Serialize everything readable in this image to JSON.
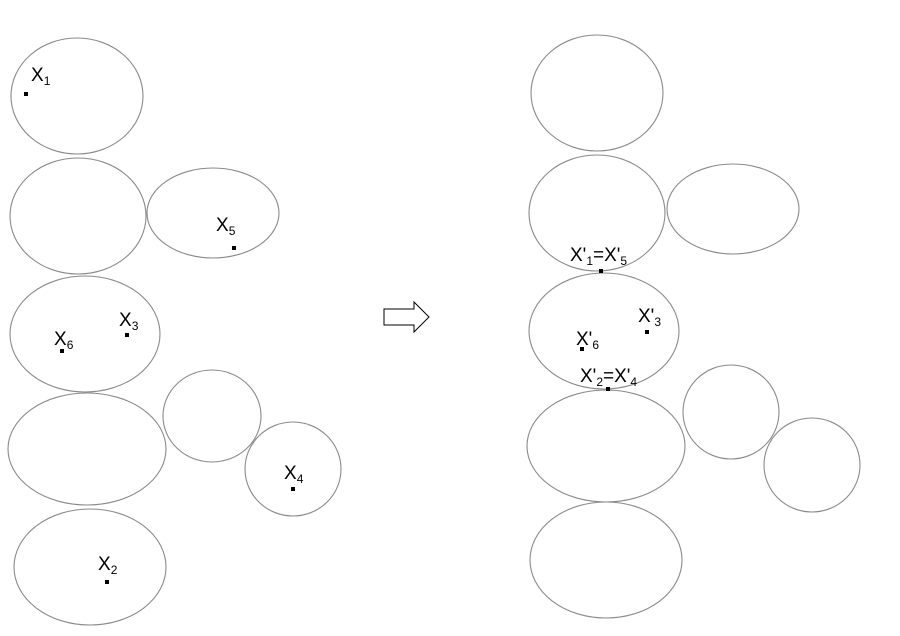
{
  "colors": {
    "stroke": "#8a8a8a",
    "point": "#000000",
    "background": "#ffffff"
  },
  "before": {
    "labels": {
      "x1": {
        "base": "X",
        "sub": "1"
      },
      "x2": {
        "base": "X",
        "sub": "2"
      },
      "x3": {
        "base": "X",
        "sub": "3"
      },
      "x4": {
        "base": "X",
        "sub": "4"
      },
      "x5": {
        "base": "X",
        "sub": "5"
      },
      "x6": {
        "base": "X",
        "sub": "6"
      }
    }
  },
  "after": {
    "labels": {
      "x1x5": {
        "p1": "X'",
        "s1": "1",
        "mid": "=X'",
        "s2": "5"
      },
      "x2x4": {
        "p1": "X'",
        "s1": "2",
        "mid": "=X'",
        "s2": "4"
      },
      "x3": {
        "base": "X'",
        "sub": "3"
      },
      "x6": {
        "base": "X'",
        "sub": "6"
      }
    }
  },
  "arrow": {
    "icon": "right-arrow-icon"
  }
}
